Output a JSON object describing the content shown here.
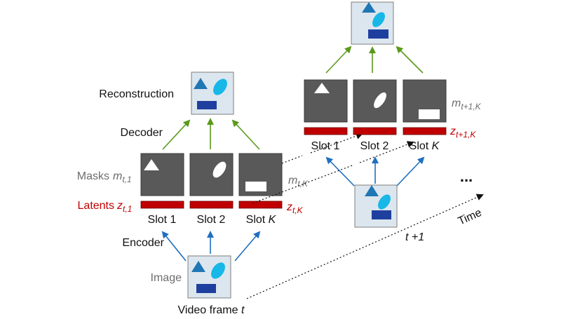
{
  "colors": {
    "arrow_green": "#5a9a1a",
    "arrow_blue": "#1f6fc0",
    "latent_red": "#c00000",
    "mask_bg": "#595959",
    "image_bg": "#dce6ee",
    "shape_blue": "#1f77b4",
    "shape_cyan": "#17b7e8",
    "shape_navy": "#1f3f9f",
    "label_grey": "#6d6d6d"
  },
  "labels": {
    "reconstruction": "Reconstruction",
    "decoder": "Decoder",
    "masks": "Masks",
    "latents": "Latents",
    "encoder": "Encoder",
    "image": "Image",
    "video_frame_t": "Video frame",
    "time": "Time",
    "ellipsis": "...",
    "t_plus_1": "t +1"
  },
  "math": {
    "m": "m",
    "m_t1_sub": "t,1",
    "m_tK_sub": "t,K",
    "m_t1K_sub": "t+1,K",
    "z": "z",
    "z_t1_sub": "t,1",
    "z_tK_sub": "t,K",
    "z_t1K_sub": "t+1,K",
    "t_var": "t"
  },
  "frame_t": {
    "slots": [
      {
        "label": "Slot 1",
        "mask_shape": "triangle"
      },
      {
        "label": "Slot 2",
        "mask_shape": "ellipse"
      },
      {
        "label": "Slot",
        "label_italic": "K",
        "mask_shape": "rectangle"
      }
    ]
  },
  "frame_t1": {
    "slots": [
      {
        "label": "Slot 1",
        "mask_shape": "triangle"
      },
      {
        "label": "Slot 2",
        "mask_shape": "ellipse"
      },
      {
        "label": "Slot",
        "label_italic": "K",
        "mask_shape": "rectangle"
      }
    ]
  }
}
